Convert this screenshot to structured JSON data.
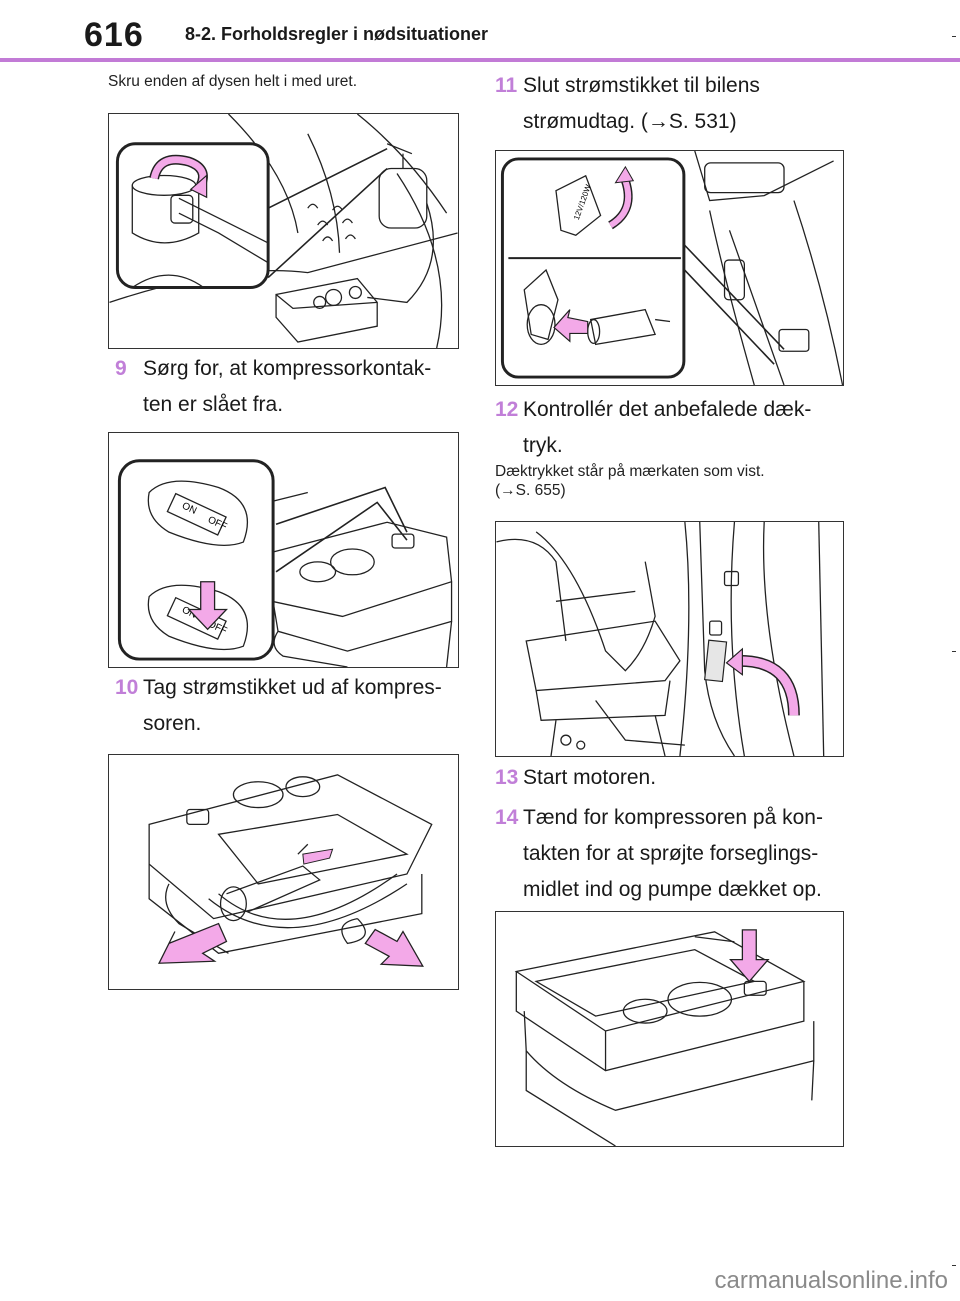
{
  "header": {
    "page_number": "616",
    "section": "8-2. Forholdsregler i nødsituationer"
  },
  "left": {
    "intro": "Skru enden af dysen helt i med uret.",
    "steps": [
      {
        "num": "9",
        "line1": "Sørg for, at kompressorkontak-",
        "line2": "ten er slået fra."
      },
      {
        "num": "10",
        "line1": "Tag strømstikket ud af kompres-",
        "line2": "soren."
      }
    ]
  },
  "right": {
    "steps": [
      {
        "num": "11",
        "line1": "Slut strømstikket til bilens",
        "line2": "strømudtag. (→S. 531)"
      },
      {
        "num": "12",
        "line1": "Kontrollér det anbefalede dæk-",
        "line2": "tryk."
      },
      {
        "num": "13",
        "line1": "Start motoren.",
        "line2": ""
      },
      {
        "num": "14",
        "line1": "Tænd for kompressoren på kon-",
        "line2": "takten for at sprøjte forseglings-",
        "line3": "midlet ind og pumpe dækket op."
      }
    ],
    "note_line1": "Dæktrykket står på mærkaten som vist.",
    "note_line2": "(→S. 655)"
  },
  "figures": {
    "switch_on": "ON",
    "switch_off": "OFF",
    "plug_label": "12V/120W"
  },
  "colors": {
    "accent": "#c27bd6",
    "arrow_fill": "#f3a9e8"
  },
  "watermark": "carmanualsonline.info"
}
